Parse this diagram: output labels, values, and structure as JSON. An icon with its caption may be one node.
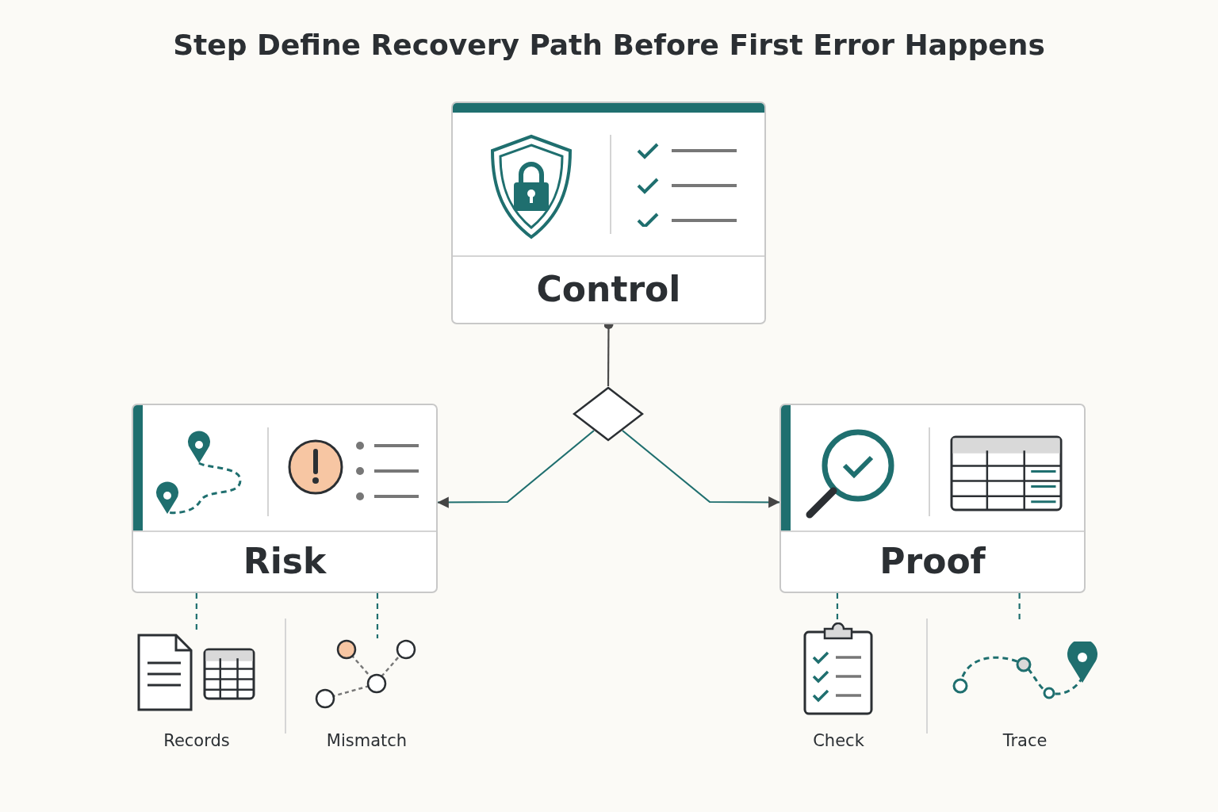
{
  "diagram": {
    "title": "Step Define Recovery Path Before First Error Happens",
    "nodes": [
      {
        "text": [
          "Control"
        ]
      },
      {
        "text": [],
        "shape": "diamond"
      },
      {
        "text": [
          "Risk"
        ]
      },
      {
        "text": [
          "Proof"
        ]
      },
      {
        "text": [
          "Records"
        ]
      },
      {
        "text": [
          "Mismatch"
        ]
      },
      {
        "text": [
          "Check"
        ]
      },
      {
        "text": [
          "Trace"
        ]
      }
    ],
    "edges": [
      {
        "from": 0,
        "to": 1,
        "arrow": "other",
        "color": "#4a4a4a"
      },
      {
        "from": 1,
        "to": 2,
        "arrow": "to"
      },
      {
        "from": 1,
        "to": 3,
        "arrow": "to"
      },
      {
        "from": 2,
        "to": 4,
        "arrow": "none",
        "style": "dashed"
      },
      {
        "from": 2,
        "to": 5,
        "arrow": "none",
        "style": "dashed"
      },
      {
        "from": 3,
        "to": 6,
        "arrow": "none",
        "style": "dashed"
      },
      {
        "from": 3,
        "to": 7,
        "arrow": "none",
        "style": "dashed"
      }
    ]
  }
}
